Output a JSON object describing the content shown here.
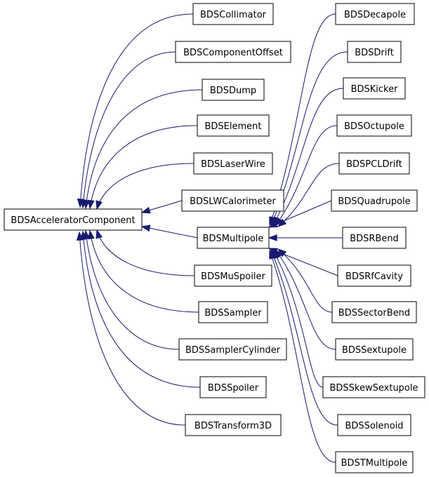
{
  "colors": {
    "edge": "#191970",
    "node_border": "#000000",
    "node_fill": "#ffffff",
    "text": "#000000"
  },
  "nodes": {
    "root": "BDSAcceleratorComponent",
    "collimator": "BDSCollimator",
    "componentoffset": "BDSComponentOffset",
    "dump": "BDSDump",
    "element": "BDSElement",
    "laserwire": "BDSLaserWire",
    "lwcalorimeter": "BDSLWCalorimeter",
    "multipole": "BDSMultipole",
    "muspoiler": "BDSMuSpoiler",
    "sampler": "BDSSampler",
    "samplercylinder": "BDSSamplerCylinder",
    "spoiler": "BDSSpoiler",
    "transform3d": "BDSTransform3D",
    "decapole": "BDSDecapole",
    "drift": "BDSDrift",
    "kicker": "BDSKicker",
    "octupole": "BDSOctupole",
    "pcldrift": "BDSPCLDrift",
    "quadrupole": "BDSQuadrupole",
    "rbend": "BDSRBend",
    "rfcavity": "BDSRfCavity",
    "sectorbend": "BDSSectorBend",
    "sextupole": "BDSSextupole",
    "skewsextupole": "BDSSkewSextupole",
    "solenoid": "BDSSolenoid",
    "tmultipole": "BDSTMultipole"
  },
  "edges": [
    {
      "from": "collimator",
      "to": "root"
    },
    {
      "from": "componentoffset",
      "to": "root"
    },
    {
      "from": "dump",
      "to": "root"
    },
    {
      "from": "element",
      "to": "root"
    },
    {
      "from": "laserwire",
      "to": "root"
    },
    {
      "from": "lwcalorimeter",
      "to": "root"
    },
    {
      "from": "multipole",
      "to": "root"
    },
    {
      "from": "muspoiler",
      "to": "root"
    },
    {
      "from": "sampler",
      "to": "root"
    },
    {
      "from": "samplercylinder",
      "to": "root"
    },
    {
      "from": "spoiler",
      "to": "root"
    },
    {
      "from": "transform3d",
      "to": "root"
    },
    {
      "from": "decapole",
      "to": "multipole"
    },
    {
      "from": "drift",
      "to": "multipole"
    },
    {
      "from": "kicker",
      "to": "multipole"
    },
    {
      "from": "octupole",
      "to": "multipole"
    },
    {
      "from": "pcldrift",
      "to": "multipole"
    },
    {
      "from": "quadrupole",
      "to": "multipole"
    },
    {
      "from": "rbend",
      "to": "multipole"
    },
    {
      "from": "rfcavity",
      "to": "multipole"
    },
    {
      "from": "sectorbend",
      "to": "multipole"
    },
    {
      "from": "sextupole",
      "to": "multipole"
    },
    {
      "from": "skewsextupole",
      "to": "multipole"
    },
    {
      "from": "solenoid",
      "to": "multipole"
    },
    {
      "from": "tmultipole",
      "to": "multipole"
    }
  ]
}
